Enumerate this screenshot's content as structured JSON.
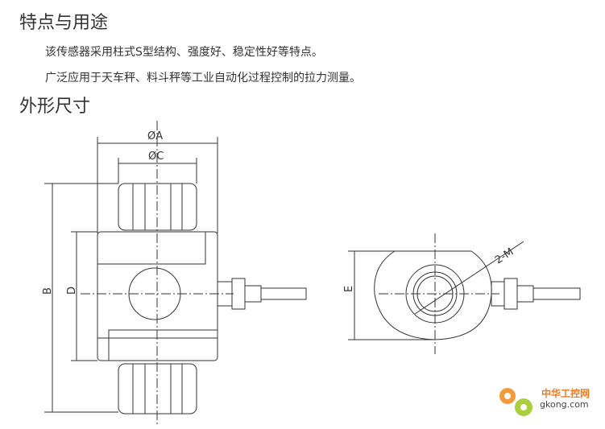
{
  "section1": {
    "title": "特点与用途",
    "lines": [
      "该传感器采用柱式S型结构、强度好、稳定性好等特点。",
      "广泛应用于天车秤、料斗秤等工业自动化过程控制的拉力测量。"
    ]
  },
  "section2": {
    "title": "外形尺寸"
  },
  "drawing": {
    "labels": {
      "a": "ØA",
      "c": "ØC",
      "b": "B",
      "d": "D",
      "e": "E",
      "m": "2-M"
    }
  },
  "watermark": {
    "cn": "中华工控网",
    "en": "gkong.com"
  }
}
